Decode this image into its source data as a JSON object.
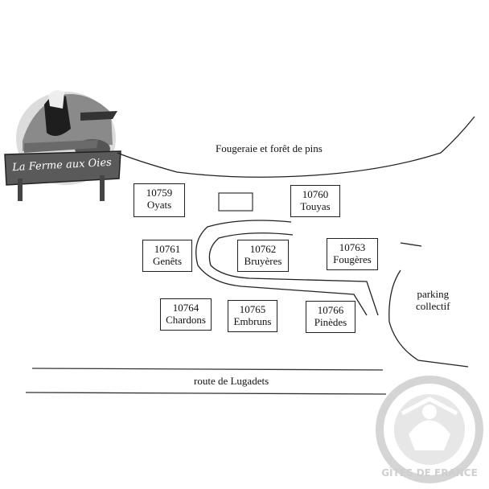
{
  "logo": {
    "text": "La Ferme aux Oies"
  },
  "areas": {
    "forest": "Fougeraie et forêt de pins",
    "parking": [
      "parking",
      "collectif"
    ],
    "road": "route de Lugadets"
  },
  "lots": [
    {
      "id": "10759",
      "name": "Oyats"
    },
    {
      "id": "10760",
      "name": "Touyas"
    },
    {
      "id": "10761",
      "name": "Genêts"
    },
    {
      "id": "10762",
      "name": "Bruyères"
    },
    {
      "id": "10763",
      "name": "Fougères"
    },
    {
      "id": "10764",
      "name": "Chardons"
    },
    {
      "id": "10765",
      "name": "Embruns"
    },
    {
      "id": "10766",
      "name": "Pinèdes"
    }
  ],
  "watermark": "GÎTES DE FRANCE"
}
